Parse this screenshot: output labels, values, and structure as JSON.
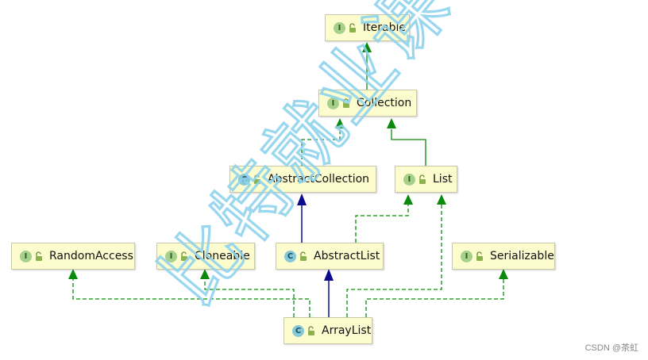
{
  "nodes": {
    "iterable": {
      "label": "Iterable",
      "kind": "I"
    },
    "collection": {
      "label": "Collection",
      "kind": "I"
    },
    "abstract_collection": {
      "label": "AbstractCollection",
      "kind": "C"
    },
    "list": {
      "label": "List",
      "kind": "I"
    },
    "random_access": {
      "label": "RandomAccess",
      "kind": "I"
    },
    "cloneable": {
      "label": "Cloneable",
      "kind": "I"
    },
    "abstract_list": {
      "label": "AbstractList",
      "kind": "C"
    },
    "serializable": {
      "label": "Serializable",
      "kind": "I"
    },
    "array_list": {
      "label": "ArrayList",
      "kind": "C"
    }
  },
  "edges": [
    {
      "from": "collection",
      "to": "iterable",
      "type": "extends-interface"
    },
    {
      "from": "list",
      "to": "collection",
      "type": "extends-interface"
    },
    {
      "from": "abstract_collection",
      "to": "collection",
      "type": "implements"
    },
    {
      "from": "abstract_list",
      "to": "abstract_collection",
      "type": "extends-class"
    },
    {
      "from": "abstract_list",
      "to": "list",
      "type": "implements"
    },
    {
      "from": "array_list",
      "to": "abstract_list",
      "type": "extends-class"
    },
    {
      "from": "array_list",
      "to": "random_access",
      "type": "implements"
    },
    {
      "from": "array_list",
      "to": "cloneable",
      "type": "implements"
    },
    {
      "from": "array_list",
      "to": "list",
      "type": "implements"
    },
    {
      "from": "array_list",
      "to": "serializable",
      "type": "implements"
    }
  ],
  "watermark": "比特就业课",
  "footer": "CSDN @茶虹",
  "colors": {
    "interface_edge": "#0a8a0a",
    "class_edge": "#0b0b8c",
    "node_fill": "#fdfcce",
    "watermark": "#8fd3ee"
  }
}
